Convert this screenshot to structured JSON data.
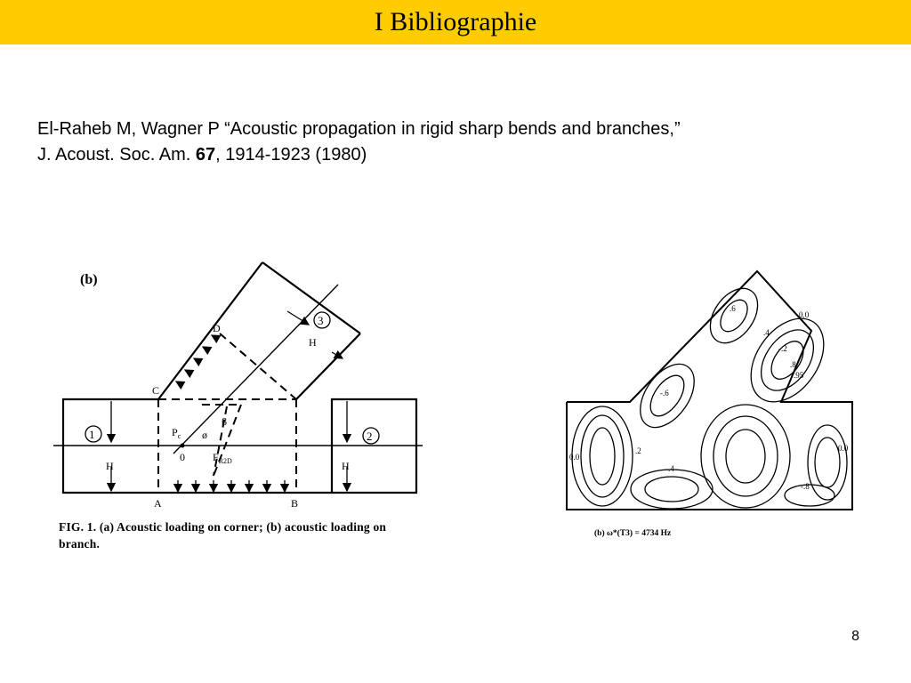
{
  "slide": {
    "title": "I Bibliographie",
    "page_number": "8"
  },
  "citation": {
    "line1": "El-Raheb M, Wagner P “Acoustic propagation in rigid sharp bends and branches,”",
    "line2_prefix": "J. Acoust. Soc. Am. ",
    "volume": "67",
    "line2_suffix": ", 1914-1923 (1980)"
  },
  "figure_left": {
    "panel_label": "(b)",
    "caption_line1": "FIG. 1.  (a) Acoustic loading on corner; (b) acoustic loading on",
    "caption_line2": "branch.",
    "labels": {
      "branch1": "1",
      "branch2": "2",
      "branch3": "3",
      "height": "H",
      "point_a": "A",
      "point_b": "B",
      "point_c": "C",
      "point_d": "D",
      "origin": "0",
      "angle_phi": "ø",
      "angle_beta": "β",
      "pressure_center": "P",
      "pressure_center_sub": "c",
      "force": "F",
      "force_sub": "R2D"
    }
  },
  "figure_right": {
    "caption": "(b)  ω*(T3) = 4734 Hz",
    "contour_labels": [
      "0.0",
      ".4",
      "-.2",
      ".6",
      ".8",
      ".95",
      "-.6",
      "-.4",
      ".2",
      "-.8",
      "0.0",
      "0.0"
    ]
  }
}
